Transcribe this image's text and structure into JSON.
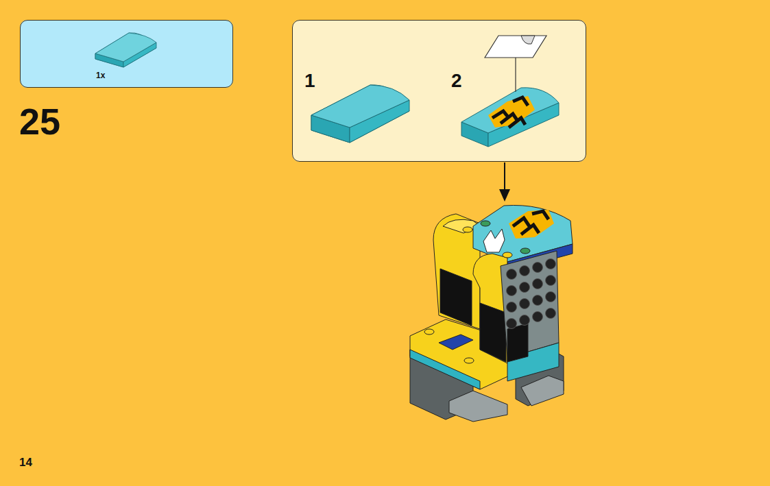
{
  "diagram": {
    "nodes": [
      {
        "text": [
          "1x"
        ]
      },
      {
        "text": [
          "1",
          "2"
        ]
      }
    ],
    "labels": [
      "25",
      "14"
    ]
  }
}
